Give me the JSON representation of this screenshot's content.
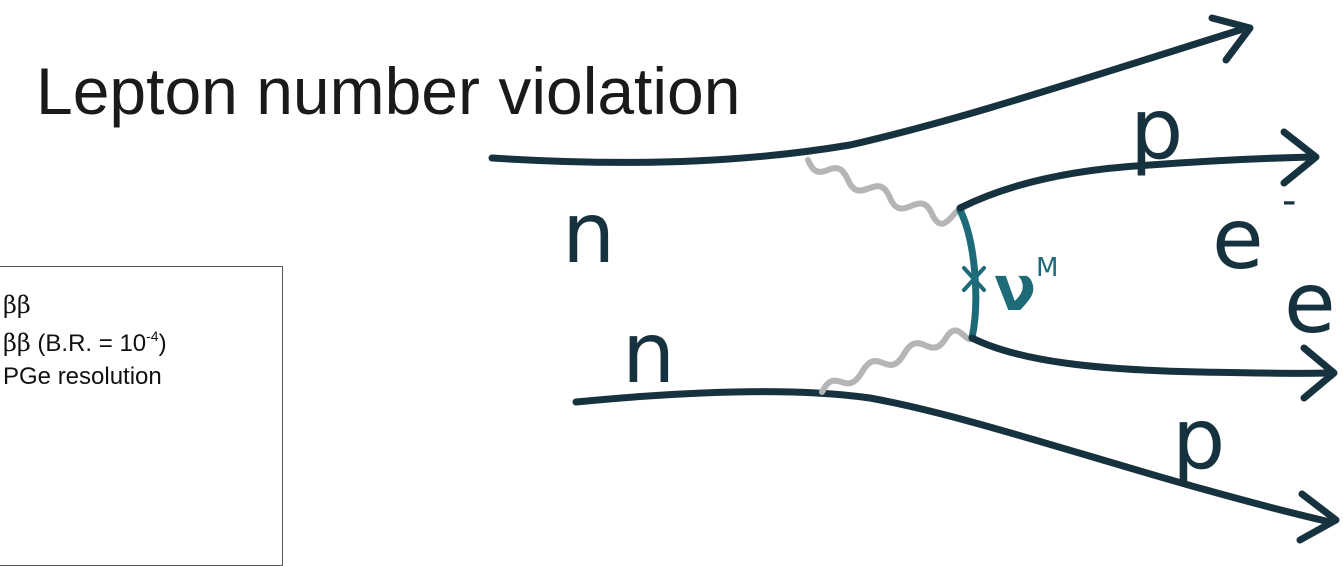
{
  "slide": {
    "title": "Lepton number violation"
  },
  "legend": {
    "items": [
      {
        "prefix": "",
        "symbol": "ββ",
        "suffix": ""
      },
      {
        "prefix": "",
        "symbol": "ββ",
        "suffix": " (B.R. = 10",
        "sup": "-4",
        "tail": ")"
      },
      {
        "prefix": "PGe resolution",
        "symbol": "",
        "suffix": ""
      }
    ]
  },
  "diagram": {
    "labels": {
      "neutron_top": "n",
      "neutron_bottom": "n",
      "proton_top": "p",
      "proton_bottom": "p",
      "electron_top": "e",
      "electron_top_sign": "-",
      "electron_bottom": "e",
      "neutrino": "ν",
      "neutrino_sup": "M"
    },
    "colors": {
      "fermion_line": "#17323f",
      "neutrino_line": "#1d6a78",
      "boson_line": "#b5b5b5"
    }
  }
}
